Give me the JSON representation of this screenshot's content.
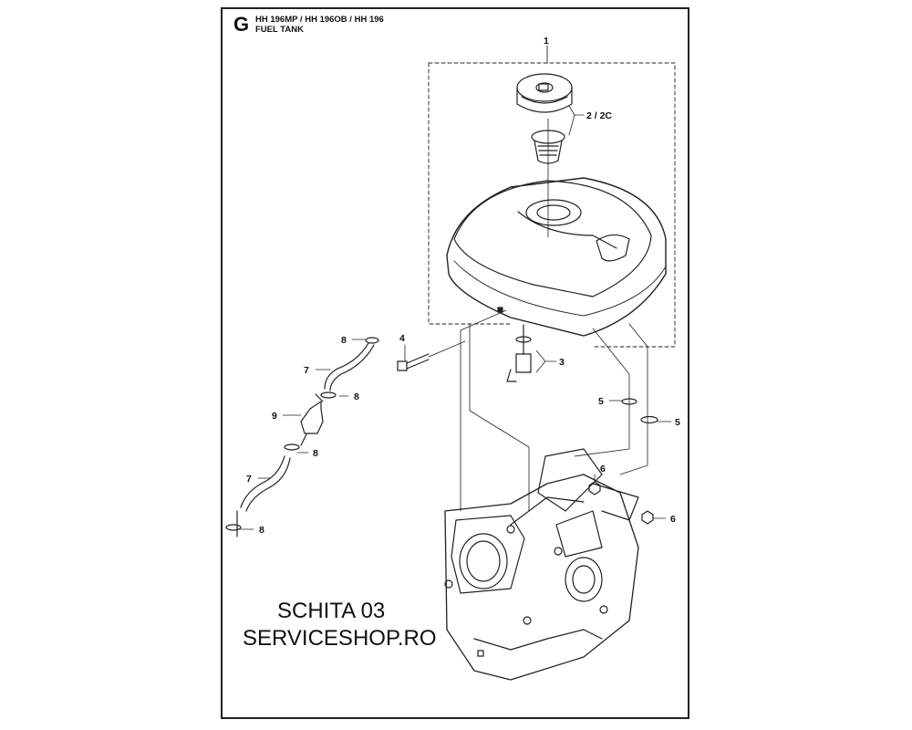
{
  "header": {
    "section_letter": "G",
    "models": "HH 196MP / HH 196OB / HH 196",
    "subtitle": "FUEL TANK"
  },
  "watermark": {
    "line1": "SCHITA 03",
    "line2": "SERVICESHOP.RO"
  },
  "callouts": {
    "c1": "1",
    "c2": "2 / 2C",
    "c3": "3",
    "c4": "4",
    "c5a": "5",
    "c5b": "5",
    "c6a": "6",
    "c6b": "6",
    "c7a": "7",
    "c7b": "7",
    "c8a": "8",
    "c8b": "8",
    "c8c": "8",
    "c8d": "8",
    "c9": "9"
  }
}
